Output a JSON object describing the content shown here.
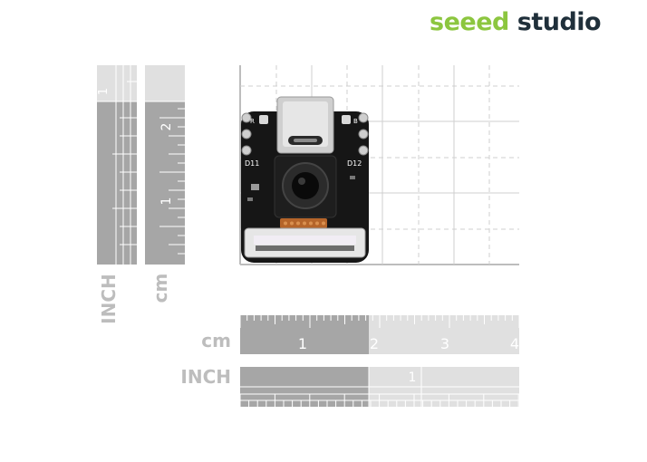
{
  "brand": {
    "word1": "seeed",
    "word2": "studio",
    "color_primary": "#8cc63f",
    "color_secondary": "#1f2f3a"
  },
  "vertical_rulers": {
    "inch": {
      "label": "INCH",
      "numbers": [
        "1"
      ]
    },
    "cm": {
      "label": "cm",
      "numbers": [
        "2",
        "1"
      ]
    }
  },
  "horizontal_rulers": {
    "cm": {
      "label": "cm",
      "numbers": [
        "1",
        "2",
        "3",
        "4"
      ]
    },
    "inch": {
      "label": "INCH",
      "numbers": [
        "1"
      ]
    }
  },
  "board": {
    "pin_labels": {
      "top_left": "R",
      "top_right": "B",
      "mid_left": "D11",
      "mid_right": "D12"
    }
  },
  "colors": {
    "ruler_dark": "#a6a6a6",
    "ruler_light": "#e0e0e0",
    "board": "#161616",
    "grid": "#cfcfcf"
  }
}
